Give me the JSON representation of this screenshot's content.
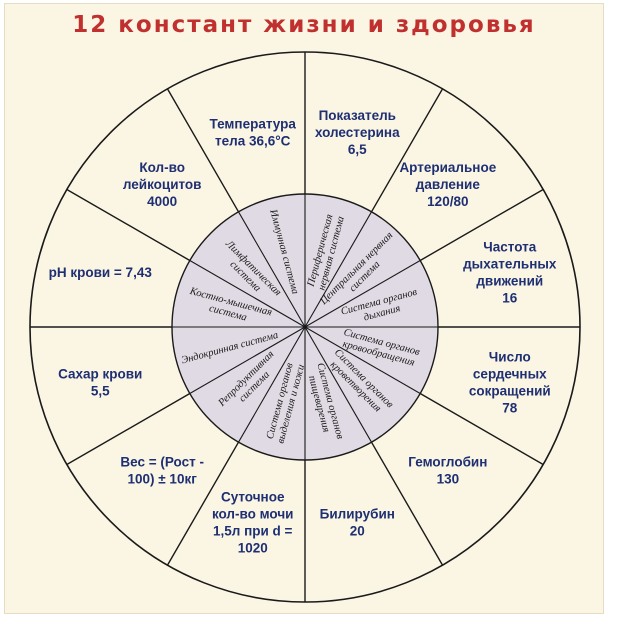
{
  "title": "12 констант жизни и здоровья",
  "colors": {
    "title": "#c0302e",
    "outer_text": "#1e2f72",
    "inner_text": "#1a1a1a",
    "lines": "#1a1a1a",
    "background": "#fbf5e4",
    "inner_fill": "#e0dae4"
  },
  "outer": [
    {
      "lines": [
        "Показатель",
        "холестерина",
        "6,5"
      ]
    },
    {
      "lines": [
        "Артериальное",
        "давление",
        "120/80"
      ]
    },
    {
      "lines": [
        "Частота",
        "дыхательных",
        "движений",
        "16"
      ]
    },
    {
      "lines": [
        "Число",
        "сердечных",
        "сокращений",
        "78"
      ]
    },
    {
      "lines": [
        "Гемоглобин",
        "130"
      ]
    },
    {
      "lines": [
        "Билирубин",
        "20"
      ]
    },
    {
      "lines": [
        "Суточное",
        "кол-во мочи",
        "1,5л при d =",
        "1020"
      ]
    },
    {
      "lines": [
        "Вес = (Рост -",
        "100) ± 10кг"
      ]
    },
    {
      "lines": [
        "Сахар крови",
        "5,5"
      ]
    },
    {
      "lines": [
        "pH крови = 7,43"
      ]
    },
    {
      "lines": [
        "Кол-во",
        "лейкоцитов",
        "4000"
      ]
    },
    {
      "lines": [
        "Температура",
        "тела 36,6°С"
      ]
    }
  ],
  "inner": [
    {
      "lines": [
        "Периферическая",
        "нервная система"
      ]
    },
    {
      "lines": [
        "Центральная нервная",
        "система"
      ]
    },
    {
      "lines": [
        "Система органов",
        "дыхания"
      ]
    },
    {
      "lines": [
        "Система органов",
        "кровообращения"
      ]
    },
    {
      "lines": [
        "Система органов",
        "кроветворения"
      ]
    },
    {
      "lines": [
        "Система органов",
        "пищеварения"
      ]
    },
    {
      "lines": [
        "Система органов",
        "выделения и кожи"
      ]
    },
    {
      "lines": [
        "Репродуктивная",
        "система"
      ]
    },
    {
      "lines": [
        "Эндокринная система"
      ]
    },
    {
      "lines": [
        "Костно-мышечная",
        "система"
      ]
    },
    {
      "lines": [
        "Лимфатическая",
        "система"
      ]
    },
    {
      "lines": [
        "Иммунная система"
      ]
    }
  ]
}
